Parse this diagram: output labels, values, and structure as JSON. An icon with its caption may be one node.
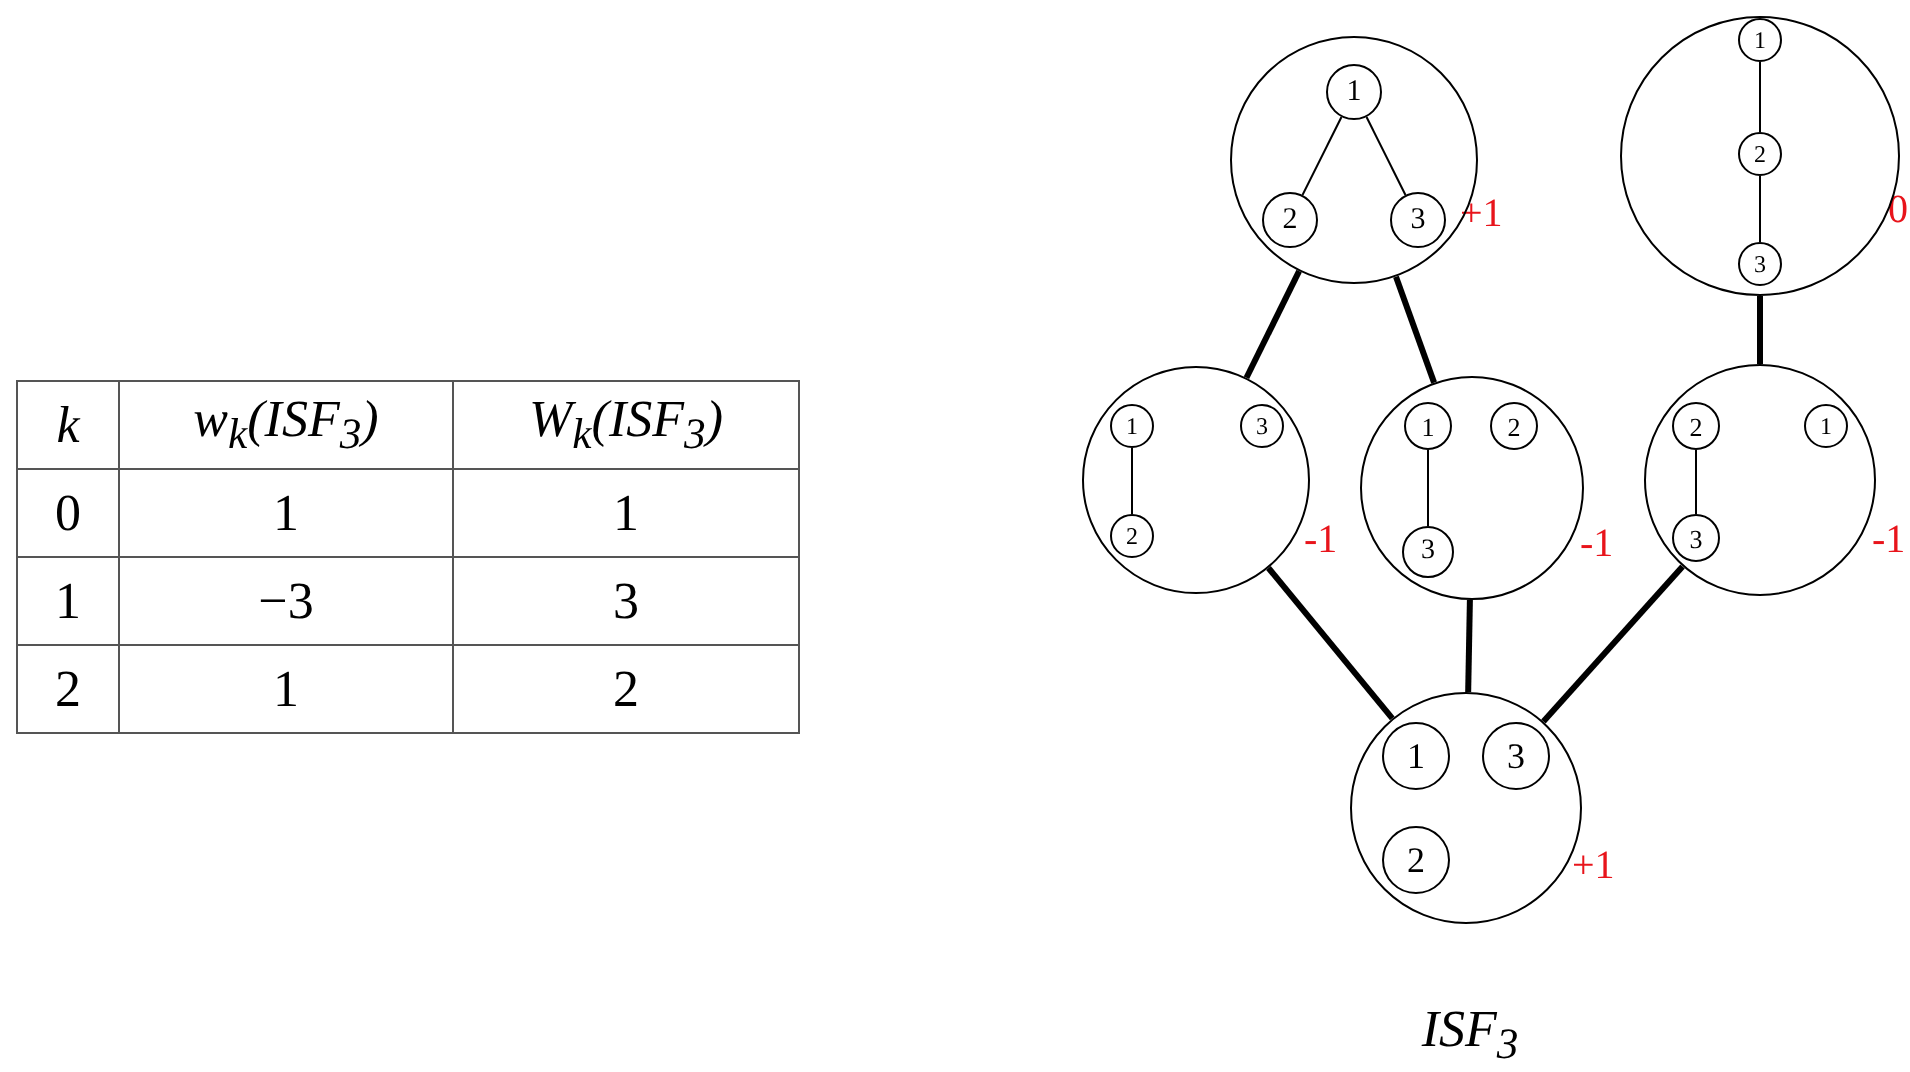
{
  "diagram": {
    "caption": "ISF$_{3}$",
    "nodes": [
      {
        "text": [],
        "shape": "circle",
        "beside": [
          "+1"
        ]
      },
      {
        "text": [
          "1"
        ],
        "in": 0
      },
      {
        "text": [
          "2"
        ],
        "in": 0
      },
      {
        "text": [
          "3"
        ],
        "in": 0
      },
      {
        "text": [],
        "shape": "circle",
        "beside": [
          "0"
        ]
      },
      {
        "text": [
          "1"
        ],
        "in": 4
      },
      {
        "text": [
          "2"
        ],
        "in": 4
      },
      {
        "text": [
          "3"
        ],
        "in": 4
      },
      {
        "text": [],
        "shape": "circle",
        "beside": [
          "-1"
        ]
      },
      {
        "text": [
          "1"
        ],
        "in": 8
      },
      {
        "text": [
          "3"
        ],
        "in": 8
      },
      {
        "text": [
          "2"
        ],
        "in": 8
      },
      {
        "text": [],
        "shape": "circle",
        "beside": [
          "-1"
        ]
      },
      {
        "text": [
          "1"
        ],
        "in": 12
      },
      {
        "text": [
          "2"
        ],
        "in": 12
      },
      {
        "text": [
          "3"
        ],
        "in": 12
      },
      {
        "text": [],
        "shape": "circle",
        "beside": [
          "-1"
        ]
      },
      {
        "text": [
          "2"
        ],
        "in": 16
      },
      {
        "text": [
          "1"
        ],
        "in": 16
      },
      {
        "text": [
          "3"
        ],
        "in": 16
      },
      {
        "text": [],
        "shape": "circle",
        "beside": [
          "+1"
        ]
      },
      {
        "text": [
          "1"
        ],
        "in": 20
      },
      {
        "text": [
          "3"
        ],
        "in": 20
      },
      {
        "text": [
          "2"
        ],
        "in": 20
      }
    ],
    "edges": [
      {
        "from": 1,
        "to": 2,
        "arrow": "none"
      },
      {
        "from": 1,
        "to": 3,
        "arrow": "none"
      },
      {
        "from": 5,
        "to": 6,
        "arrow": "none"
      },
      {
        "from": 6,
        "to": 7,
        "arrow": "none"
      },
      {
        "from": 9,
        "to": 11,
        "arrow": "none"
      },
      {
        "from": 13,
        "to": 15,
        "arrow": "none"
      },
      {
        "from": 17,
        "to": 19,
        "arrow": "none"
      },
      {
        "from": 0,
        "to": 8,
        "arrow": "none",
        "style": "thick"
      },
      {
        "from": 0,
        "to": 12,
        "arrow": "none",
        "style": "thick"
      },
      {
        "from": 4,
        "to": 16,
        "arrow": "none",
        "style": "thick"
      },
      {
        "from": 8,
        "to": 20,
        "arrow": "none",
        "style": "thick"
      },
      {
        "from": 12,
        "to": 20,
        "arrow": "none",
        "style": "thick"
      },
      {
        "from": 16,
        "to": 20,
        "arrow": "none",
        "style": "thick"
      }
    ],
    "labels": [
      "k",
      "w$_{k}$(ISF$_{3}$)",
      "W$_{k}$(ISF$_{3}$)",
      "0",
      "1",
      "1",
      "1",
      "−3",
      "3",
      "2",
      "1",
      "2"
    ]
  }
}
